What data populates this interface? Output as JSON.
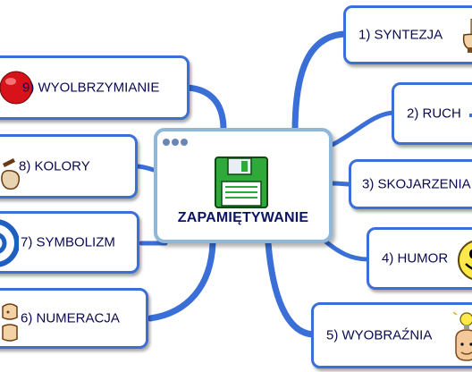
{
  "central": {
    "title": "ZAPAMIĘTYWANIE",
    "icon": "floppy-disk-icon"
  },
  "branches": [
    {
      "id": "synteza",
      "label": "1) SYNTEZJA",
      "icon": "hand-with-pencil-icon"
    },
    {
      "id": "ruch",
      "label": "2) RUCH",
      "icon": "arrow-icon"
    },
    {
      "id": "skojarzenia",
      "label": "3) SKOJARZENIA",
      "icon": ""
    },
    {
      "id": "humor",
      "label": "4) HUMOR",
      "icon": "smiley-face-icon"
    },
    {
      "id": "wyobraznia",
      "label": "5) WYOBRAŹNIA",
      "icon": "lightbulb-head-icon"
    },
    {
      "id": "numeracja",
      "label": "6) NUMERACJA",
      "icon": "hand-icon"
    },
    {
      "id": "symbolizm",
      "label": "7) SYMBOLIZM",
      "icon": "at-symbol-icon"
    },
    {
      "id": "kolory",
      "label": "8) KOLORY",
      "icon": "paint-palette-icon"
    },
    {
      "id": "wyolbrzymianie",
      "label": "9) WYOLBRZYMIANIE",
      "icon": "red-ball-icon"
    }
  ],
  "colors": {
    "connector": "#3a6fd8",
    "node_border": "#3a6fd8",
    "central_border": "#8fb7da",
    "text": "#0a0a50",
    "floppy_green": "#2faa3a"
  }
}
